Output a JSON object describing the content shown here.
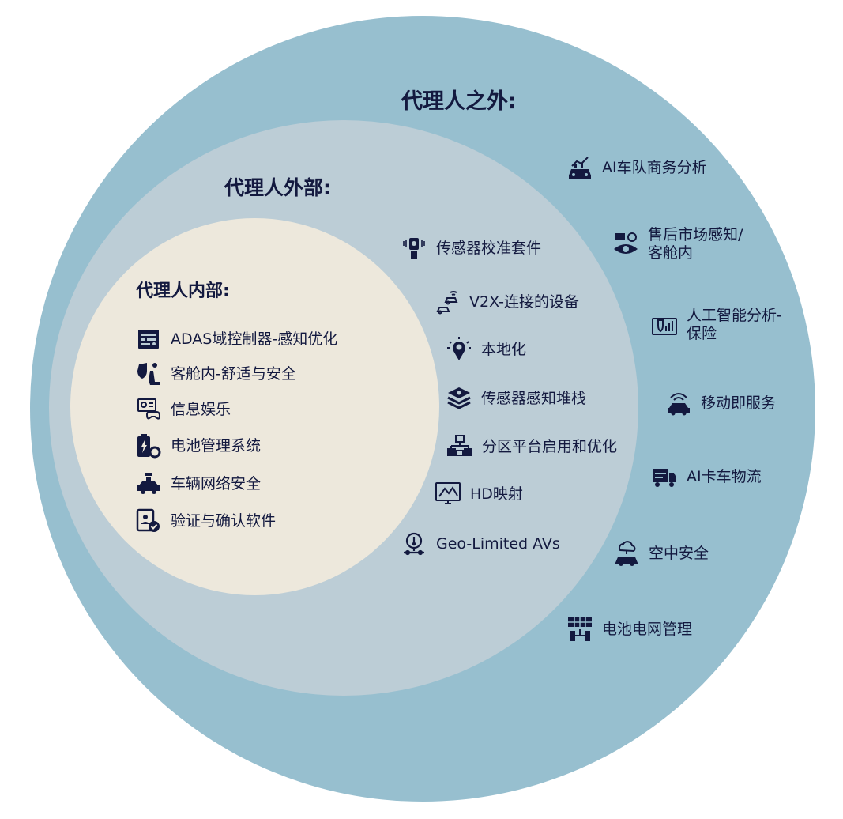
{
  "colors": {
    "outer_ring": "#97bfcf",
    "middle_ring": "#bccdd6",
    "inner_core": "#ede8dc",
    "text": "#13193f",
    "icon": "#13193f"
  },
  "outer": {
    "heading": "代理人之外:",
    "items": [
      {
        "label": "AI车队商务分析",
        "icon": "fleet-analytics-icon"
      },
      {
        "label": "售后市场感知/\n客舱内",
        "icon": "aftermarket-eye-icon"
      },
      {
        "label": "人工智能分析-\n保险",
        "icon": "insurance-analytics-icon"
      },
      {
        "label": "移动即服务",
        "icon": "mobility-service-icon"
      },
      {
        "label": "AI卡车物流",
        "icon": "truck-icon"
      },
      {
        "label": "空中安全",
        "icon": "cloud-car-icon"
      },
      {
        "label": "电池电网管理",
        "icon": "grid-battery-icon"
      }
    ]
  },
  "middle": {
    "heading": "代理人外部:",
    "items": [
      {
        "label": "传感器校准套件",
        "icon": "sensor-calibration-icon"
      },
      {
        "label": "V2X-连接的设备",
        "icon": "v2x-cars-icon"
      },
      {
        "label": "本地化",
        "icon": "localization-pin-icon"
      },
      {
        "label": "传感器感知堆栈",
        "icon": "perception-stack-icon"
      },
      {
        "label": "分区平台启用和优化",
        "icon": "zonal-platform-icon"
      },
      {
        "label": "HD映射",
        "icon": "hd-map-icon"
      },
      {
        "label": "Geo-Limited AVs",
        "icon": "geo-limited-icon"
      }
    ]
  },
  "inner": {
    "heading": "代理人内部:",
    "items": [
      {
        "label": "ADAS域控制器-感知优化",
        "icon": "adas-controller-icon"
      },
      {
        "label": "客舱内-舒适与安全",
        "icon": "cabin-seat-icon"
      },
      {
        "label": "信息娱乐",
        "icon": "infotainment-icon"
      },
      {
        "label": "电池管理系统",
        "icon": "battery-management-icon"
      },
      {
        "label": "车辆网络安全",
        "icon": "vehicle-security-icon"
      },
      {
        "label": "验证与确认软件",
        "icon": "verification-icon"
      }
    ]
  }
}
